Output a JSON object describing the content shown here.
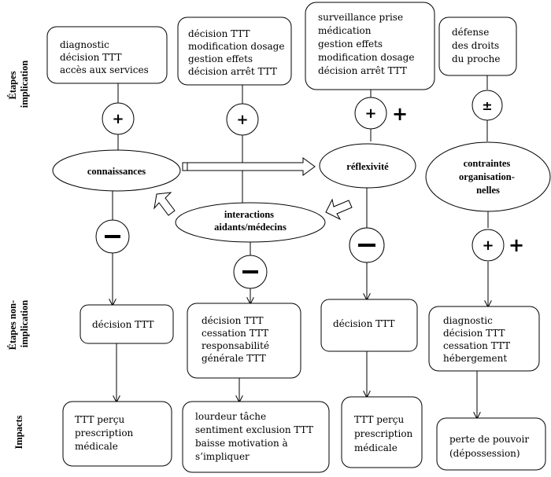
{
  "row_labels": {
    "involvement": [
      "Étapes",
      "implication"
    ],
    "non_involvement": [
      "Étapes non-",
      "implication"
    ],
    "impacts": [
      "Impacts"
    ]
  },
  "ovals": {
    "knowledge": [
      "connaissances"
    ],
    "interactions": [
      "interactions",
      "aidants/médecins"
    ],
    "reflexivity": [
      "réflexivité"
    ],
    "constraints": [
      "contraintes",
      "organisation-",
      "nelles"
    ]
  },
  "top_boxes": {
    "col1": [
      "diagnostic",
      "décision TTT",
      "accès  aux services"
    ],
    "col2": [
      "décision TTT",
      "modification dosage",
      "gestion effets",
      "décision arrêt TTT"
    ],
    "col3": [
      "surveillance prise",
      "médication",
      "gestion effets",
      "modification dosage",
      "décision arrêt TTT"
    ],
    "col4": [
      "défense",
      "des droits",
      "du proche"
    ]
  },
  "middle_boxes": {
    "col1": [
      "décision TTT"
    ],
    "col2": [
      "décision TTT",
      "cessation TTT",
      "responsabilité",
      "générale TTT"
    ],
    "col3": [
      "décision TTT"
    ],
    "col4": [
      "diagnostic",
      "décision TTT",
      "cessation TTT",
      "hébergement"
    ]
  },
  "bottom_boxes": {
    "col1": [
      "TTT perçu",
      "prescription",
      "médicale"
    ],
    "col2": [
      "lourdeur tâche",
      "sentiment exclusion TTT",
      "baisse motivation à",
      "s’impliquer"
    ],
    "col3": [
      "TTT perçu",
      "prescription",
      "médicale"
    ],
    "col4": [
      "perte de pouvoir",
      "(dépossession)"
    ]
  },
  "signs": {
    "plus": "+",
    "minus": "−",
    "plus_or_minus": "±"
  }
}
